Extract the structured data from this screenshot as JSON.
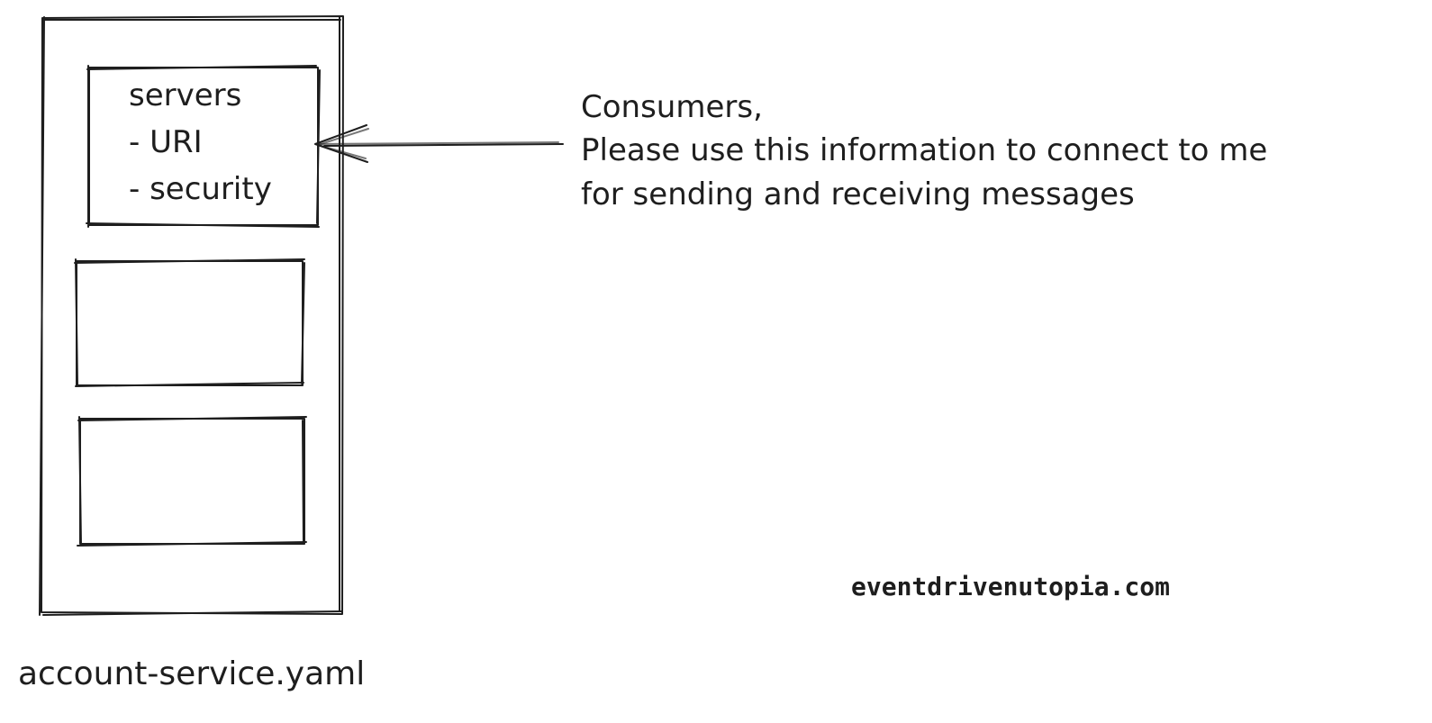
{
  "spec_document": {
    "filename": "account-service.yaml",
    "servers_section": {
      "heading": "servers",
      "items": [
        "- URI",
        "- security"
      ]
    }
  },
  "annotation": {
    "lines": [
      "Consumers,",
      "Please use this information to connect to me",
      "for sending and receiving messages"
    ]
  },
  "watermark": "eventdrivenutopia.com",
  "colors": {
    "stroke": "#1e1e1e",
    "background": "#ffffff"
  }
}
